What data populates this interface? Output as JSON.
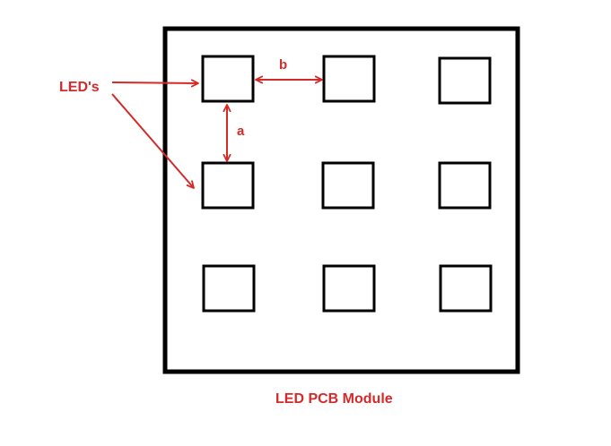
{
  "colors": {
    "annotation": "#d42a2a",
    "outline": "#000000",
    "background": "#ffffff"
  },
  "labels": {
    "leds": "LED's",
    "spacing_a": "a",
    "spacing_b": "b",
    "caption": "LED PCB Module"
  },
  "grid": {
    "rows": 3,
    "columns": 3
  }
}
